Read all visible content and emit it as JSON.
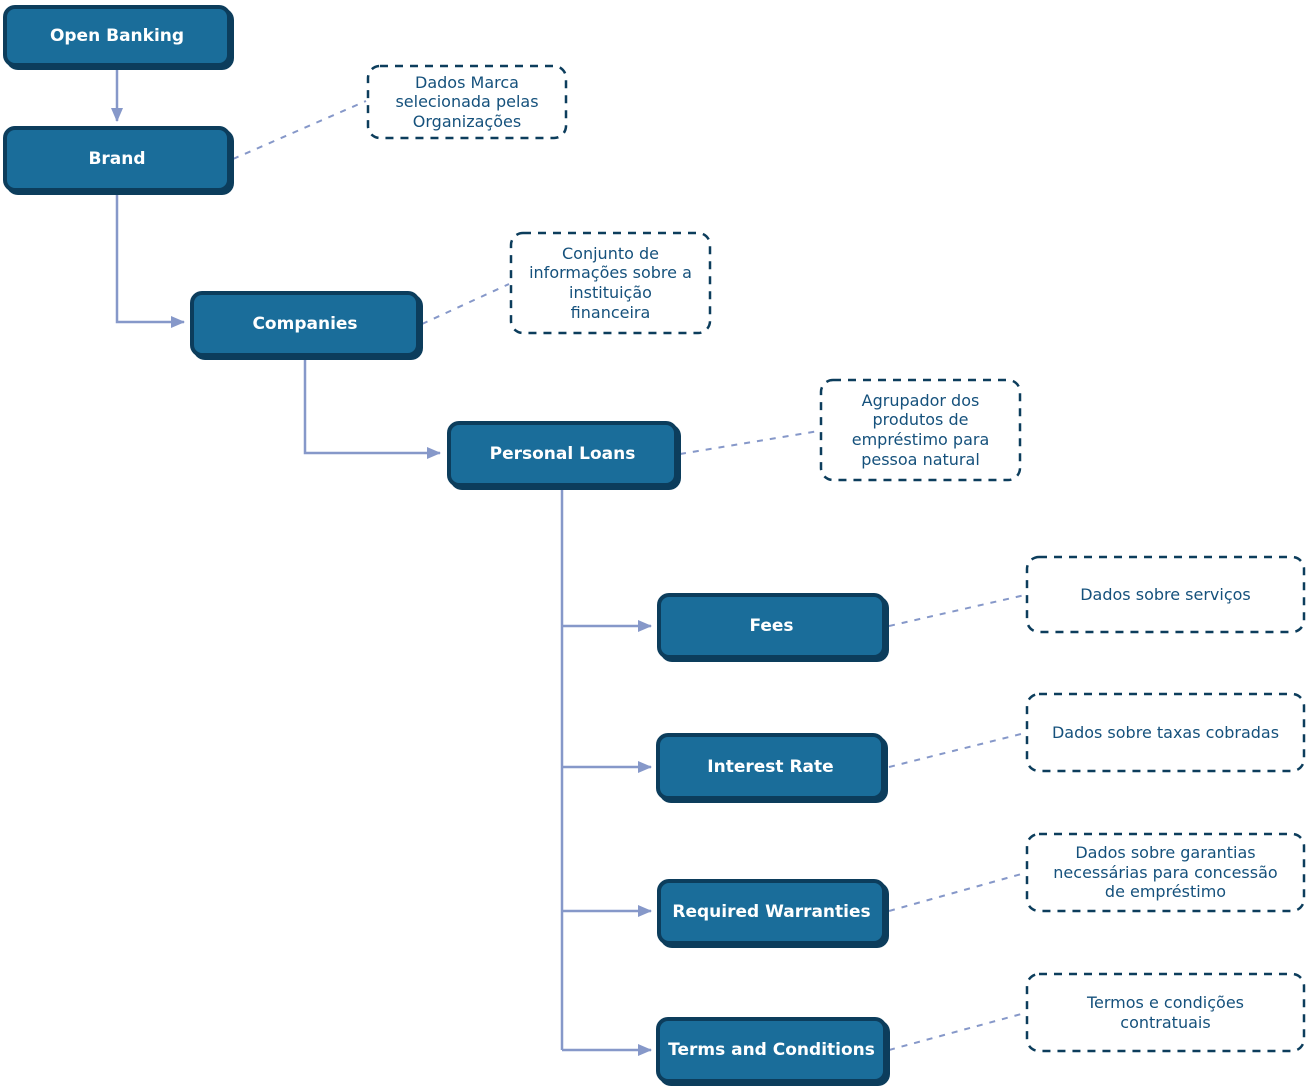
{
  "diagram_type": "hierarchy-flowchart",
  "colors": {
    "node_fill": "#1A6D9A",
    "node_border": "#0C3D5C",
    "node_text": "#FFFFFF",
    "annotation_border": "#0C3D5C",
    "annotation_text": "#15517C",
    "connector": "#8698C9",
    "background": "#FFFFFF"
  },
  "nodes": [
    {
      "id": "open-banking",
      "label": "Open Banking"
    },
    {
      "id": "brand",
      "label": "Brand"
    },
    {
      "id": "companies",
      "label": "Companies"
    },
    {
      "id": "personal-loans",
      "label": "Personal Loans"
    },
    {
      "id": "fees",
      "label": "Fees"
    },
    {
      "id": "interest-rate",
      "label": "Interest Rate"
    },
    {
      "id": "required-warranties",
      "label": "Required Warranties"
    },
    {
      "id": "terms-and-conditions",
      "label": "Terms and Conditions"
    }
  ],
  "annotations": [
    {
      "for": "brand",
      "text": "Dados Marca\nselecionada pelas\nOrganizações"
    },
    {
      "for": "companies",
      "text": "Conjunto de\ninformações sobre a\ninstituição\nfinanceira"
    },
    {
      "for": "personal-loans",
      "text": "Agrupador dos\nprodutos de\nempréstimo para\npessoa natural"
    },
    {
      "for": "fees",
      "text": "Dados sobre serviços"
    },
    {
      "for": "interest-rate",
      "text": "Dados sobre taxas cobradas"
    },
    {
      "for": "required-warranties",
      "text": "Dados sobre garantias\nnecessárias para concessão\nde empréstimo"
    },
    {
      "for": "terms-and-conditions",
      "text": "Termos e condições\ncontratuais"
    }
  ],
  "edges": [
    {
      "from": "open-banking",
      "to": "brand"
    },
    {
      "from": "brand",
      "to": "companies"
    },
    {
      "from": "companies",
      "to": "personal-loans"
    },
    {
      "from": "personal-loans",
      "to": "fees"
    },
    {
      "from": "personal-loans",
      "to": "interest-rate"
    },
    {
      "from": "personal-loans",
      "to": "required-warranties"
    },
    {
      "from": "personal-loans",
      "to": "terms-and-conditions"
    }
  ]
}
